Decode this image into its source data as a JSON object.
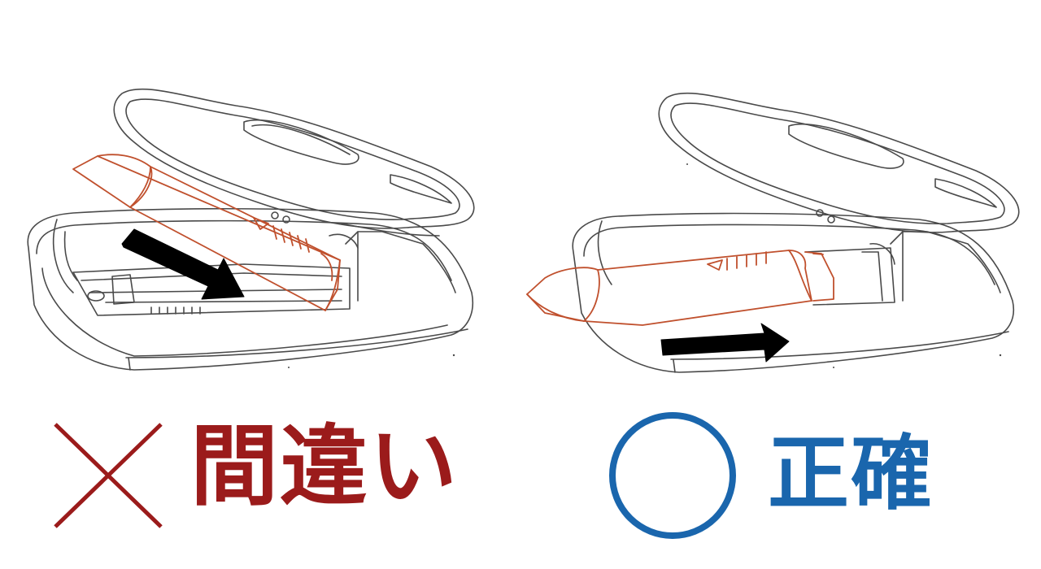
{
  "colors": {
    "line": "#4a4a4a",
    "battery": "#c0502d",
    "arrow": "#000000",
    "wrong": "#9b1b1b",
    "correct": "#1a66ad"
  },
  "panels": [
    {
      "verdict_icon": "cross-mark",
      "verdict_label": "間違い"
    },
    {
      "verdict_icon": "circle-mark",
      "verdict_label": "正確"
    }
  ]
}
